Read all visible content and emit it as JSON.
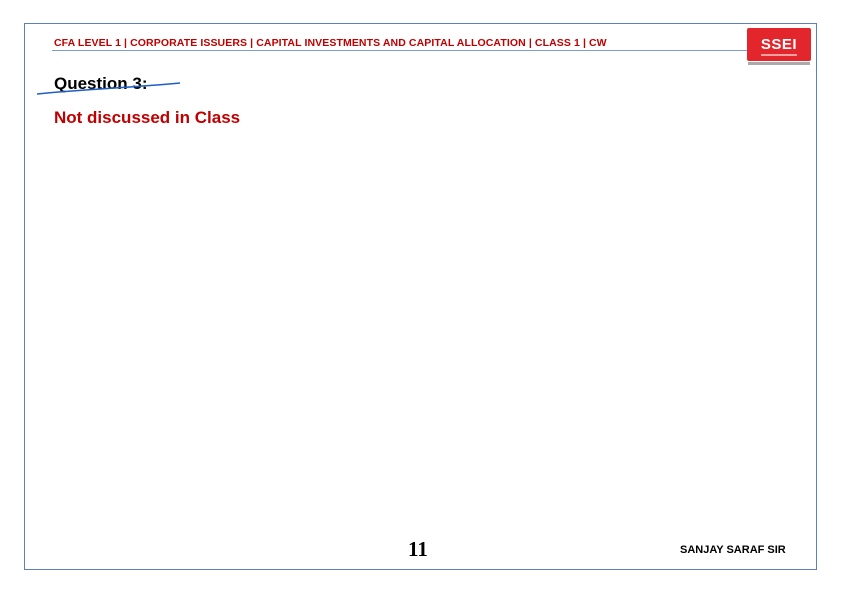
{
  "header": {
    "title": "CFA LEVEL 1 | CORPORATE ISSUERS | CAPITAL INVESTMENTS AND CAPITAL ALLOCATION | CLASS 1 | CW"
  },
  "logo": {
    "text": "SSEI",
    "color": "#e3262c"
  },
  "content": {
    "question_title": "Question 3:",
    "note": "Not discussed in Class"
  },
  "footer": {
    "page_number": "11",
    "author": "SANJAY SARAF SIR"
  },
  "colors": {
    "accent": "#c00000",
    "border": "#5b7fbf",
    "annotation": "#1f5fc4"
  }
}
